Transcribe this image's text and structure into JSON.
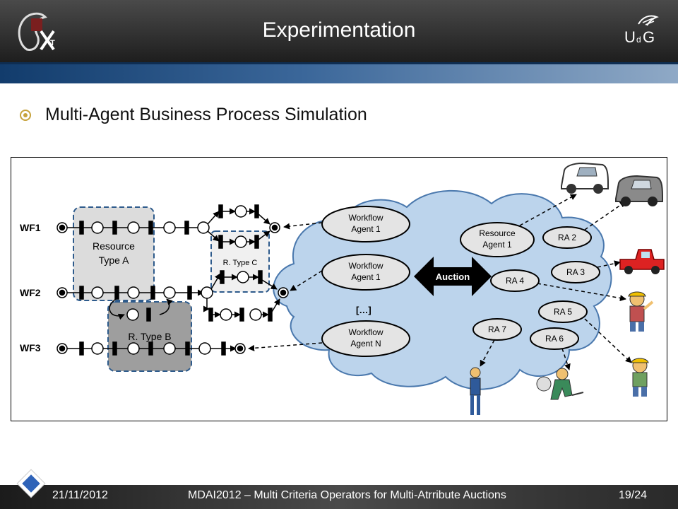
{
  "header": {
    "title": "Experimentation"
  },
  "content": {
    "bullet": "Multi-Agent Business Process Simulation"
  },
  "diagram": {
    "workflows": [
      "WF1",
      "WF2",
      "WF3"
    ],
    "resource_type_a": [
      "Resource",
      "Type A"
    ],
    "r_type_b": "R. Type B",
    "r_type_c": "R. Type C",
    "workflow_agents": [
      {
        "line1": "Workflow",
        "line2": "Agent 1"
      },
      {
        "line1": "Workflow",
        "line2": "Agent 1"
      },
      {
        "line1": "Workflow",
        "line2": "Agent N"
      }
    ],
    "ellipsis": "[…]",
    "auction": "Auction",
    "resource_agent": {
      "line1": "Resource",
      "line2": "Agent 1"
    },
    "resource_agents": [
      "RA 2",
      "RA 3",
      "RA 4",
      "RA 5",
      "RA 6",
      "RA 7"
    ]
  },
  "footer": {
    "date": "21/11/2012",
    "title": "MDAI2012 – Multi Criteria Operators for Multi-Atrribute Auctions",
    "page": "19/24"
  },
  "colors": {
    "cloud": "#bcd4ec",
    "accent": "#c6a23b",
    "band": "#3b679a"
  }
}
